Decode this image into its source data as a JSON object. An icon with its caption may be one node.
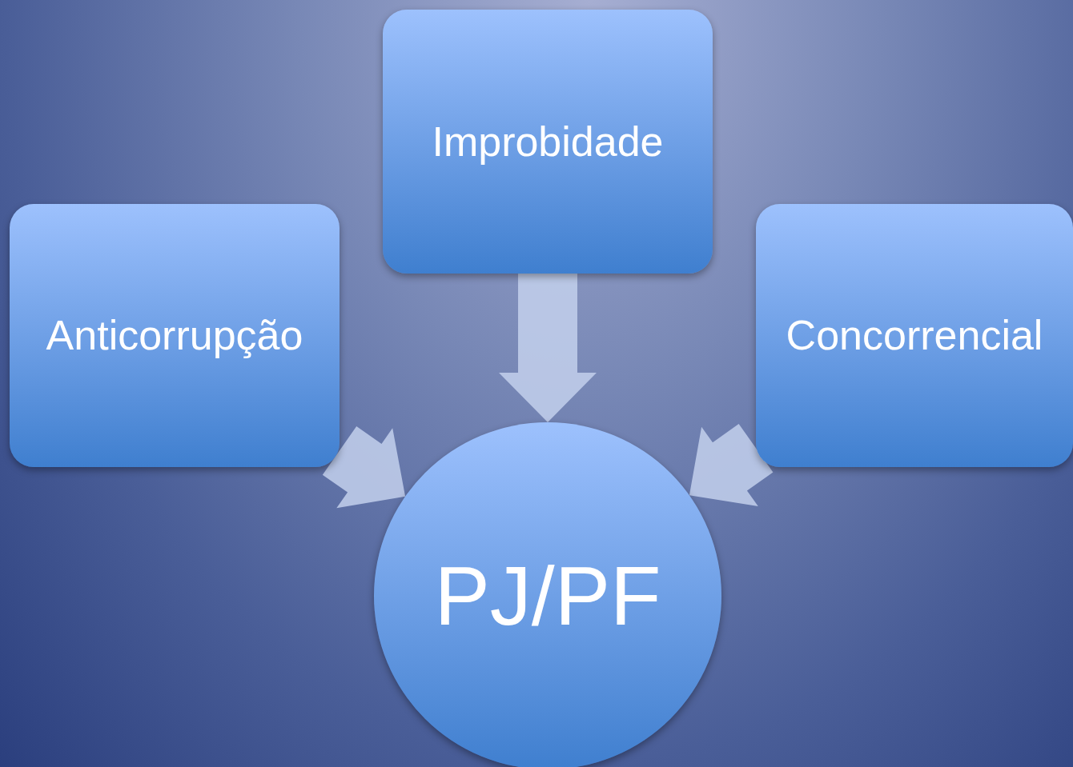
{
  "diagram": {
    "nodes": [
      {
        "text": [
          "Improbidade"
        ]
      },
      {
        "text": [
          "Anticorrupção"
        ]
      },
      {
        "text": [
          "Concorrencial"
        ]
      },
      {
        "text": [
          "PJ/PF"
        ]
      }
    ],
    "edges": [
      {
        "from": 0,
        "to": 3,
        "arrow": "to"
      },
      {
        "from": 1,
        "to": 3,
        "arrow": "to"
      },
      {
        "from": 2,
        "to": 3,
        "arrow": "to"
      }
    ]
  }
}
